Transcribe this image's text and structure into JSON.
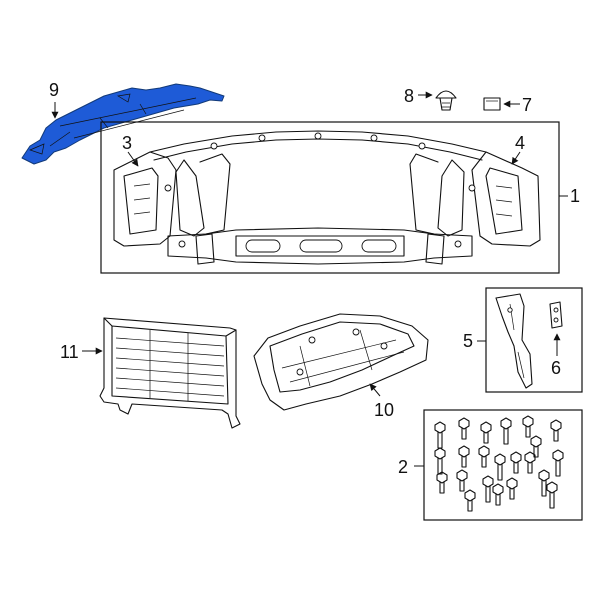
{
  "highlight_color": "#1e5bd7",
  "callouts": {
    "c1": "1",
    "c2": "2",
    "c3": "3",
    "c4": "4",
    "c5": "5",
    "c6": "6",
    "c7": "7",
    "c8": "8",
    "c9": "9",
    "c10": "10",
    "c11": "11"
  },
  "highlighted_part": "9",
  "bolt_count": 22
}
